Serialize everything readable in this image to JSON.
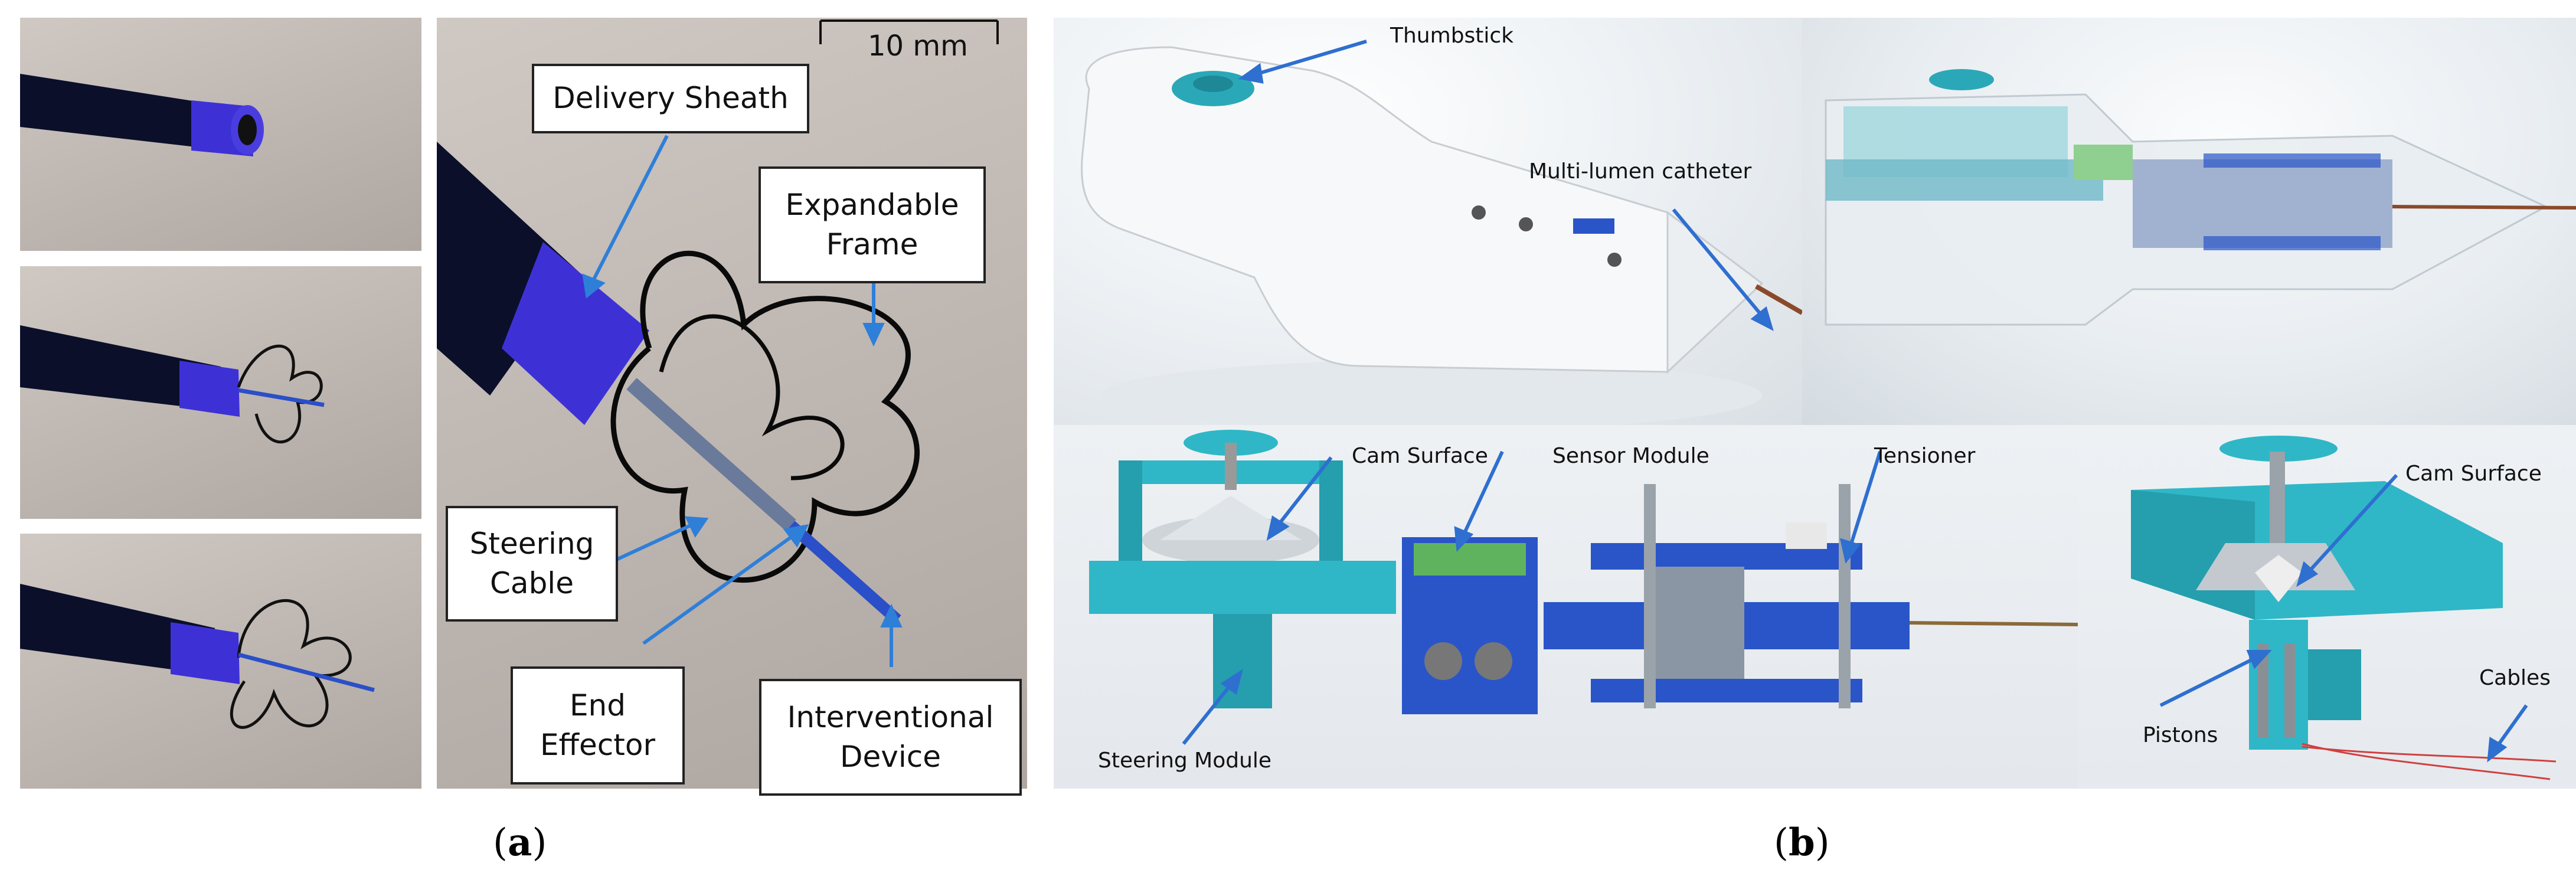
{
  "figure": {
    "panel_a": {
      "label": "a",
      "scale_bar": "10 mm",
      "callouts": {
        "delivery_sheath": "Delivery Sheath",
        "expandable_frame": "Expandable\nFrame",
        "steering_cable": "Steering\nCable",
        "end_effector": "End\nEffector",
        "interventional_device": "Interventional\nDevice"
      }
    },
    "panel_b": {
      "label": "b",
      "labels": {
        "thumbstick": "Thumbstick",
        "multi_lumen_catheter": "Multi-lumen catheter",
        "cam_surface_1": "Cam Surface",
        "sensor_module": "Sensor Module",
        "tensioner": "Tensioner",
        "steering_module": "Steering Module",
        "cam_surface_2": "Cam Surface",
        "pistons": "Pistons",
        "cables": "Cables"
      }
    }
  },
  "colors": {
    "arrow_blue": "#2e6fd0",
    "sheath_blue": "#3a2fd0",
    "teal_part": "#2fb7c7",
    "plate_blue": "#2a55c8"
  }
}
